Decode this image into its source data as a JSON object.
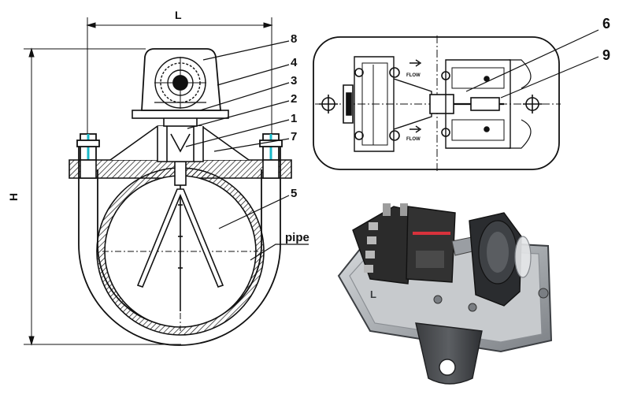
{
  "dimensions": {
    "width_label": "L",
    "height_label": "H"
  },
  "callouts": {
    "c8": "8",
    "c4": "4",
    "c3": "3",
    "c2": "2",
    "c1": "1",
    "c7": "7",
    "c5": "5",
    "c6": "6",
    "c9": "9"
  },
  "pipe_label": "pipe",
  "flow_top": "FLOW",
  "flow_bottom": "FLOW",
  "photo_mark": "L",
  "colors": {
    "line": "#111111",
    "accent_cyan": "#19b8c8",
    "metal": "#b9bcbf",
    "dark_part": "#2b2b2b",
    "red_indicator": "#d8323c"
  }
}
